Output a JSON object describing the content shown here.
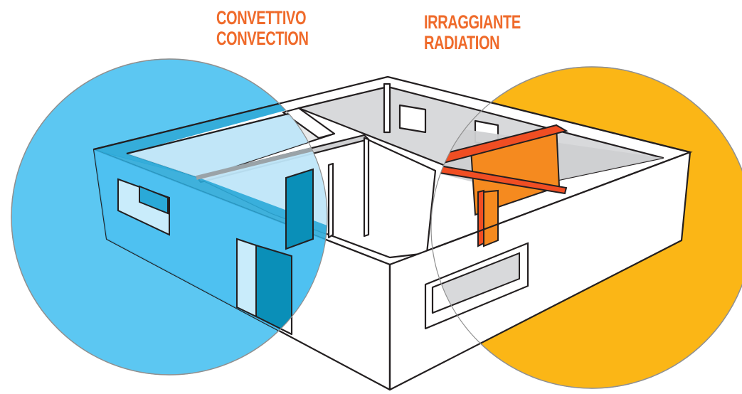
{
  "labels": {
    "convection": {
      "line1": "CONVETTIVO",
      "line2": "CONVECTION"
    },
    "radiation": {
      "line1": "IRRAGGIANTE",
      "line2": "RADIATION"
    }
  },
  "colors": {
    "label_text": "#ef6a2a",
    "convection_fill": "#3fbcf0",
    "convection_dark": "#0a8fb8",
    "radiation_fill": "#fbb616",
    "radiation_accent": "#f04e23",
    "radiation_wall": "#f58a1f",
    "floor_gray": "#d7d8da",
    "outline": "#231f20"
  }
}
